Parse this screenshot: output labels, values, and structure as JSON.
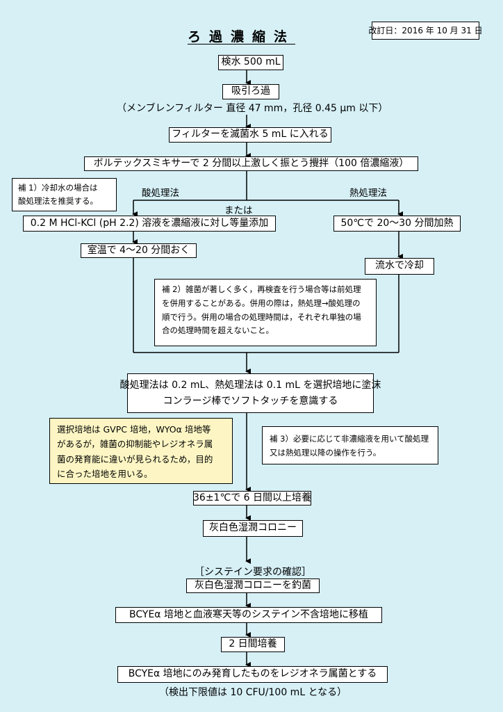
{
  "header": {
    "title": "ろ過濃縮法",
    "revision": "改訂日：2016 年 10 月 31 日"
  },
  "steps": {
    "sample": "検水 500 mL",
    "suction": "吸引ろ過",
    "filter_spec": "（メンブレンフィルター 直径 47 mm，孔径 0.45 μm 以下）",
    "filter_in": "フィルターを滅菌水 5 mL に入れる",
    "vortex": "ボルテックスミキサーで 2 分間以上激しく振とう攪拌（100 倍濃縮液）",
    "acid_add": "0.2 M HCl-KCl (pH 2.2) 溶液を濃縮液に対し等量添加",
    "acid_wait": "室温で 4〜20 分間おく",
    "heat": "50℃で 20〜30 分間加熱",
    "cool": "流水で冷却",
    "plate_line1": "酸処理法は 0.2 mL、熱処理法は 0.1 mL を選択培地に塗沫",
    "plate_line2": "コンラージ棒でソフトタッチを意識する",
    "incubate": "36±1℃で 6 日間以上培養",
    "colony": "灰白色湿潤コロニー",
    "cysteine_label": "［システイン要求の確認］",
    "pick": "灰白色湿潤コロニーを釣菌",
    "transfer": "BCYEα 培地と血液寒天等のシステイン不含培地に移植",
    "incubate2": "2 日間培養",
    "result": "BCYEα 培地にのみ発育したものをレジオネラ属菌とする",
    "detection_limit": "（検出下限値は 10 CFU/100 mL となる）"
  },
  "branches": {
    "acid_label": "酸処理法",
    "heat_label": "熱処理法",
    "or_label": "または"
  },
  "notes": {
    "note1": [
      "補 1）冷却水の場合は",
      "酸処理法を推奨する。"
    ],
    "note2": [
      "補 2）雑菌が著しく多く，再検査を行う場合等は前処理",
      "を併用することがある。併用の際は，熱処理→酸処理の",
      "順で行う。併用の場合の処理時間は，それぞれ単独の場",
      "合の処理時間を超えないこと。"
    ],
    "note3": [
      "補 3）必要に応じて非濃縮液を用いて酸処理",
      "又は熱処理以降の操作を行う。"
    ],
    "selective": [
      "選択培地は GVPC 培地，WYOα 培地等",
      "があるが，雑菌の抑制能やレジオネラ属",
      "菌の発育能に違いが見られるため，目的",
      "に合った培地を用いる。"
    ]
  },
  "colors": {
    "background": "#d6f0f6",
    "selective_note_bg": "#fdf6c4"
  }
}
